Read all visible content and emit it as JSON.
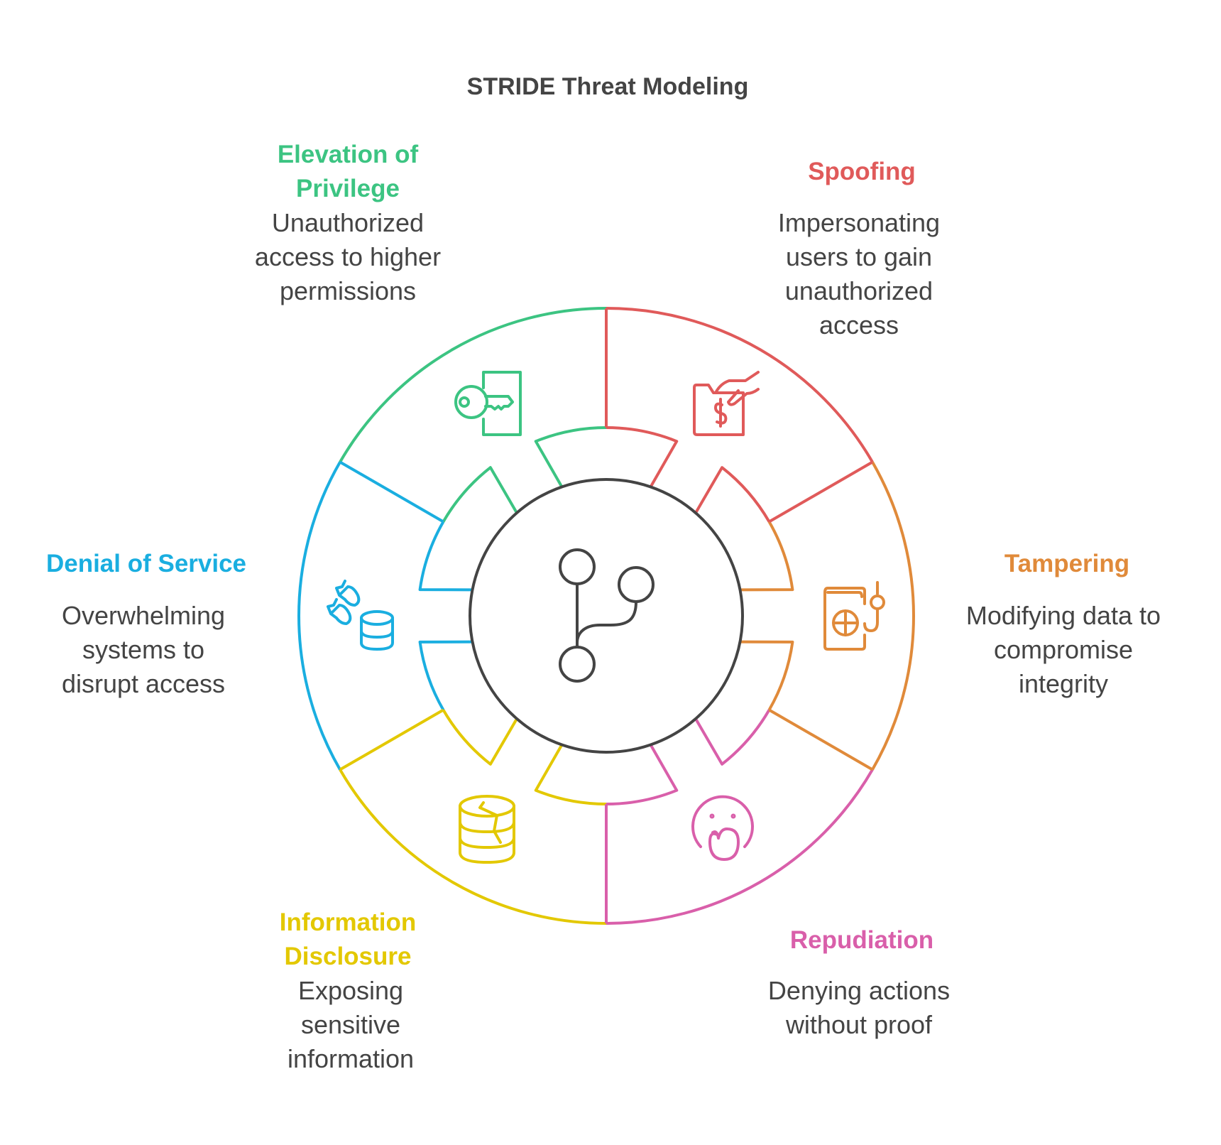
{
  "title": "STRIDE Threat Modeling",
  "colors": {
    "spoofing": "#E05A5A",
    "tampering": "#E08A3A",
    "repudiation": "#D95FAA",
    "information_disclosure": "#E3C800",
    "denial_of_service": "#1AAEE0",
    "elevation_of_privilege": "#3CC482",
    "center": "#444444",
    "text": "#444444"
  },
  "center_icon": "git-branch-icon",
  "sections": [
    {
      "key": "spoofing",
      "title_lines": [
        "Spoofing"
      ],
      "desc_lines": [
        "Impersonating",
        "users to gain",
        "unauthorized",
        "access"
      ],
      "icon": "folder-money-hand-icon"
    },
    {
      "key": "tampering",
      "title_lines": [
        "Tampering"
      ],
      "desc_lines": [
        "Modifying data to",
        "compromise",
        "integrity"
      ],
      "icon": "book-hook-icon"
    },
    {
      "key": "repudiation",
      "title_lines": [
        "Repudiation"
      ],
      "desc_lines": [
        "Denying actions",
        "without proof"
      ],
      "icon": "shocked-face-icon"
    },
    {
      "key": "information_disclosure",
      "title_lines": [
        "Information",
        "Disclosure"
      ],
      "desc_lines": [
        "Exposing",
        "sensitive",
        "information"
      ],
      "icon": "cracked-database-icon"
    },
    {
      "key": "denial_of_service",
      "title_lines": [
        "Denial of Service"
      ],
      "desc_lines": [
        "Overwhelming",
        "systems to",
        "disrupt access"
      ],
      "icon": "bombs-database-icon"
    },
    {
      "key": "elevation_of_privilege",
      "title_lines": [
        "Elevation of",
        "Privilege"
      ],
      "desc_lines": [
        "Unauthorized",
        "access to higher",
        "permissions"
      ],
      "icon": "key-door-icon"
    }
  ]
}
